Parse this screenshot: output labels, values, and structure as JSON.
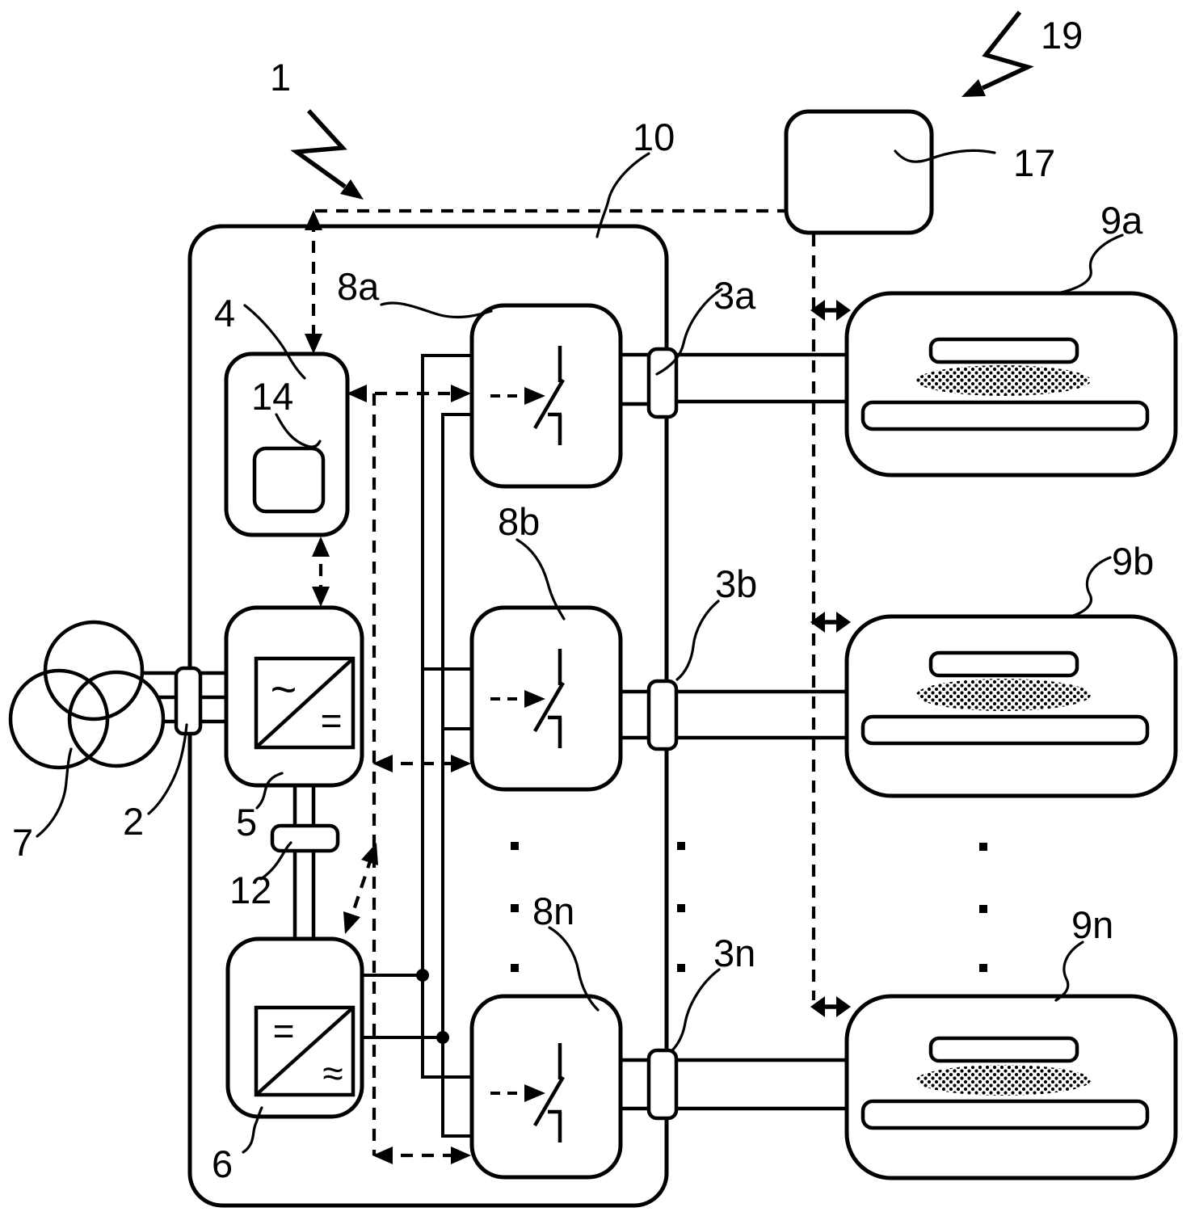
{
  "colors": {
    "background": "#ffffff",
    "ink": "#000000"
  },
  "labels": {
    "system": "1",
    "grid_connector": "2",
    "charge_connector_a": "3a",
    "charge_connector_b": "3b",
    "charge_connector_n": "3n",
    "control_unit": "4",
    "ac_dc_converter": "5",
    "dc_ac_converter": "6",
    "grid_transformer": "7",
    "switch_a": "8a",
    "switch_b": "8b",
    "switch_n": "8n",
    "vehicle_a": "9a",
    "vehicle_b": "9b",
    "vehicle_n": "9n",
    "charging_station": "10",
    "dc_link_filter": "12",
    "control_module": "14",
    "mobile_device": "17",
    "wireless_link": "19"
  },
  "symbols": {
    "converter5_ac": "~",
    "converter5_dc": "=",
    "converter6_dc": "=",
    "converter6_ac": "≈"
  }
}
